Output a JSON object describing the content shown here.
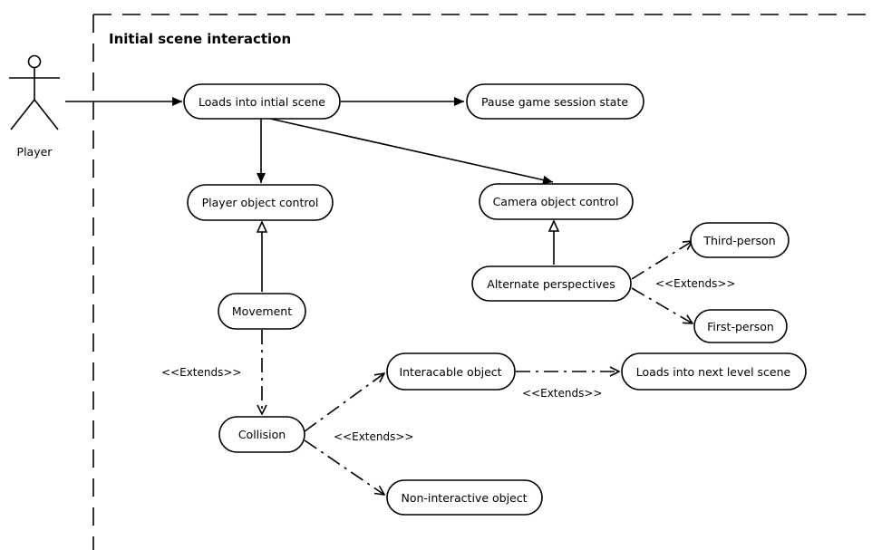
{
  "diagram": {
    "title": "Initial scene interaction",
    "actor": {
      "label": "Player"
    },
    "use_cases": {
      "loads_initial": "Loads into intial scene",
      "pause": "Pause game session state",
      "player_control": "Player object control",
      "camera_control": "Camera object control",
      "third_person": "Third-person",
      "alternate": "Alternate perspectives",
      "first_person": "First-person",
      "movement": "Movement",
      "interactable": "Interacable object",
      "next_level": "Loads into next level scene",
      "collision": "Collision",
      "non_interactive": "Non-interactive object"
    },
    "labels": {
      "extends_perspectives": "<<Extends>>",
      "extends_movement": "<<Extends>>",
      "extends_next_level": "<<Extends>>",
      "extends_collision": "<<Extends>>"
    }
  }
}
